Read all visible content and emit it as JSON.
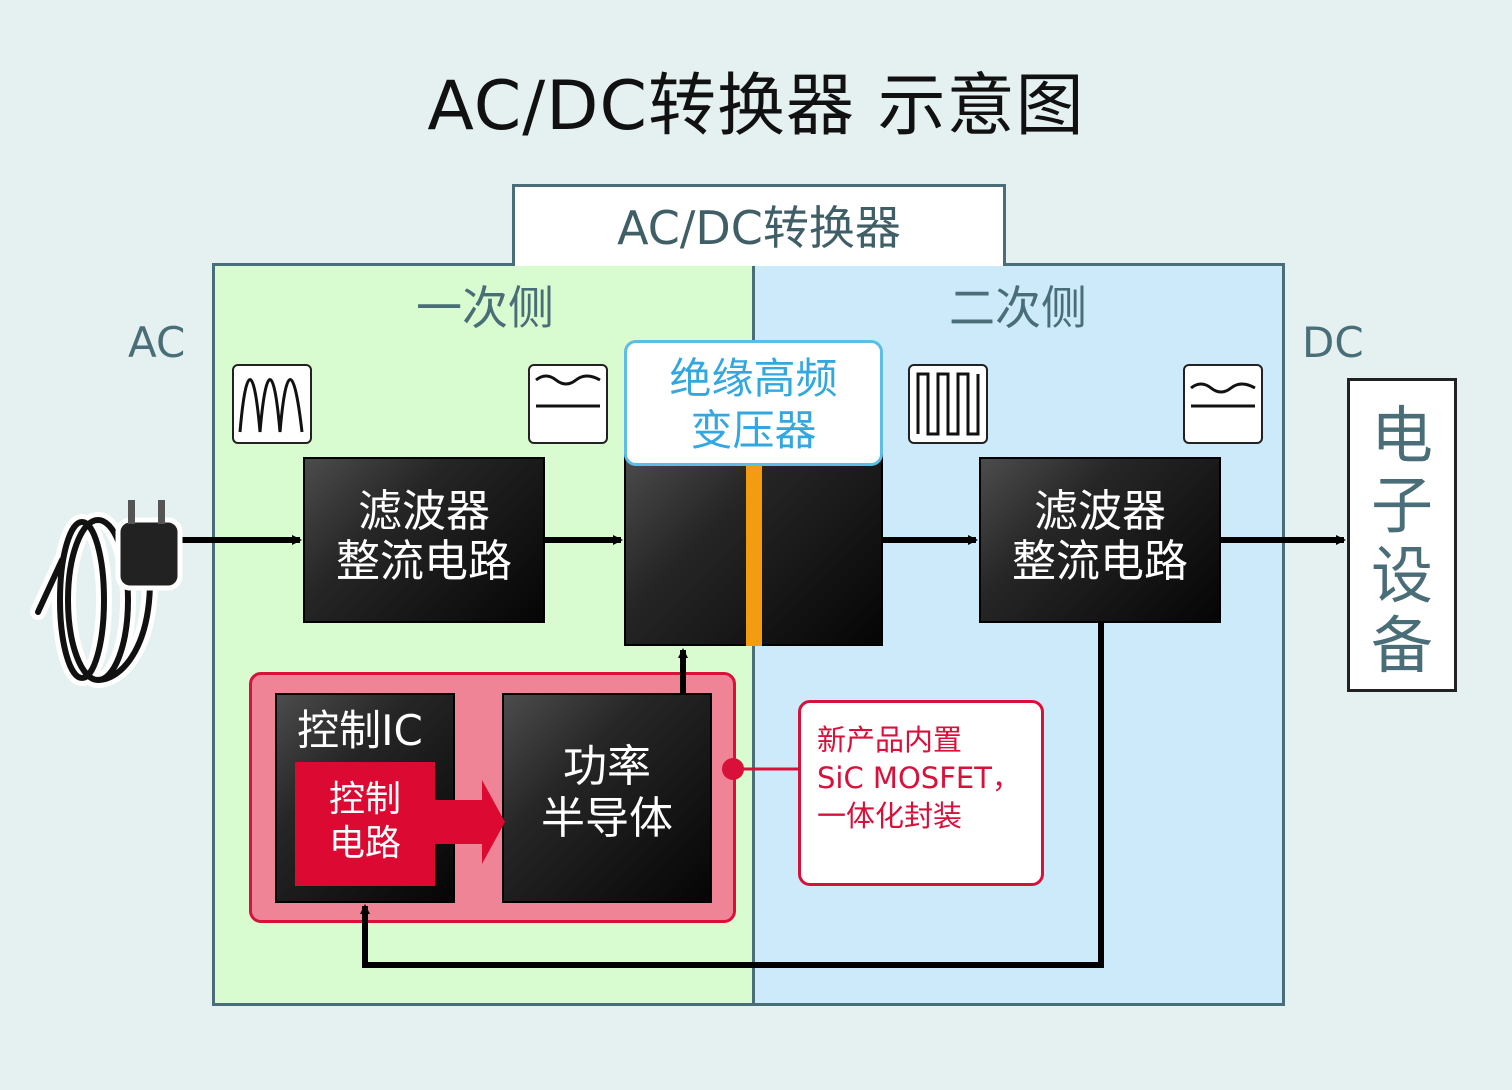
{
  "title": "AC/DC转换器 示意图",
  "converter_label": "AC/DC转换器",
  "primary_side": "一次侧",
  "secondary_side": "二次侧",
  "input_label": "AC",
  "output_label": "DC",
  "filter_rect_1": {
    "line1": "滤波器",
    "line2": "整流电路"
  },
  "filter_rect_2": {
    "line1": "滤波器",
    "line2": "整流电路"
  },
  "transformer": {
    "line1": "绝缘高频",
    "line2": "变压器"
  },
  "electronic_device": {
    "chars": [
      "电",
      "子",
      "设",
      "备"
    ]
  },
  "control_ic": {
    "title": "控制IC",
    "inner_line1": "控制",
    "inner_line2": "电路"
  },
  "power_semiconductor": {
    "line1": "功率",
    "line2": "半导体"
  },
  "callout": {
    "line1": "新产品内置",
    "line2": "SiC MOSFET，",
    "line3": "一体化封装"
  },
  "colors": {
    "primary_bg": "#d8fbcf",
    "secondary_bg": "#cdeafa",
    "accent_red": "#d8103a",
    "transformer_blue": "#32a7e0",
    "transformer_core": "#f39c12"
  },
  "icons": [
    "ac-plug-icon",
    "sine-wave-icon",
    "ripple-wave-icon",
    "square-wave-icon",
    "ripple-wave-icon"
  ]
}
